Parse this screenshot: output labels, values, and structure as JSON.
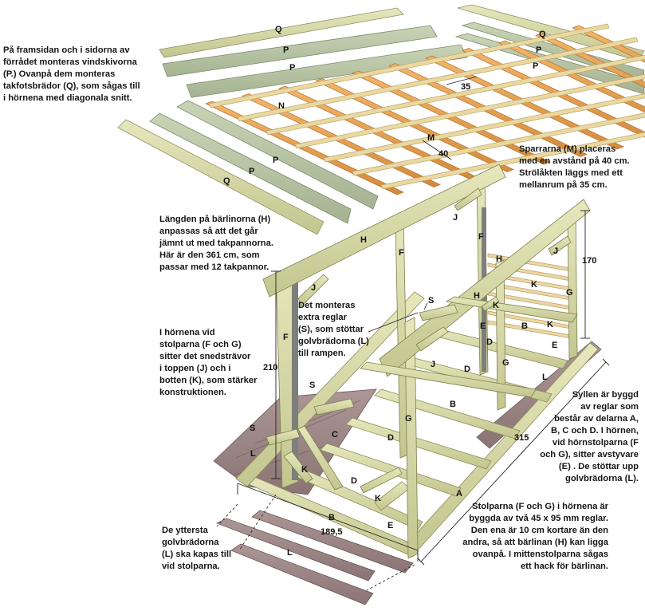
{
  "notes": {
    "vindskivor": [
      "På framsidan och i sidorna av",
      "förrådet monteras vindskivorna",
      "(P.) Ovanpå dem monteras",
      "takfotsbrädor (Q), som sågas till",
      "i hörnena med diagonala snitt."
    ],
    "sparrar": [
      "Sparrarna (M) placeras",
      "med en avstånd på 40 cm.",
      "Strölåkten läggs med ett",
      "mellanrum på 35 cm."
    ],
    "barlinor": [
      "Längden på bärlinorna (H)",
      "anpassas så att det går",
      "jämnt ut med takpannorna.",
      "Här är den 361 cm, som",
      "passar med 12 takpannor."
    ],
    "extra_reglar": [
      "Det monteras",
      "extra reglar",
      "(S), som stöttar",
      "golvbrädorna (L)",
      "till rampen."
    ],
    "hornen": [
      "I hörnena vid",
      "stolparna (F och G)",
      "sitter det snedsträvor",
      "i toppen (J) och i",
      "botten (K), som stärker",
      "konstruktionen."
    ],
    "syllen": [
      "Syllen är byggd",
      "av reglar som",
      "består av delarna A,",
      "B, C och D. I hörnen,",
      "vid hörnstolparna (F",
      "och G), sitter avstyvare",
      "(E) . De stöttar upp",
      "golvbrädorna (L)."
    ],
    "stolparna": [
      "Stolparna (F och G) i hörnena är",
      "byggda av två 45 x 95 mm reglar.",
      "Den ena är 10 cm kortare än den",
      "andra, så att bärlinan (H) kan ligga",
      "ovanpå. I mittenstolparna sågas",
      "ett hack för bärlinan."
    ],
    "yttersta": [
      "De yttersta",
      "golvbrädorna",
      "(L) ska kapas till",
      "vid stolparna."
    ]
  },
  "dimensions": {
    "d35": "35",
    "d40": "40",
    "d170": "170",
    "d210": "210",
    "d315": "315",
    "d189": "189,5"
  },
  "part_labels": {
    "A": "A",
    "B": "B",
    "C": "C",
    "D": "D",
    "E": "E",
    "F": "F",
    "G": "G",
    "H": "H",
    "J": "J",
    "K": "K",
    "L": "L",
    "M": "M",
    "N": "N",
    "P": "P",
    "Q": "Q",
    "S": "S"
  },
  "colors": {
    "wood_light": "#d9dca8",
    "wood_dark": "#b8bd84",
    "rafter": "#e9a352",
    "rafter_dark": "#c97d33",
    "batten": "#e9d69a",
    "floor": "#9c8787",
    "floor_dark": "#7e6b6b",
    "green_board": "#b9c6a6",
    "ink": "#161616"
  }
}
